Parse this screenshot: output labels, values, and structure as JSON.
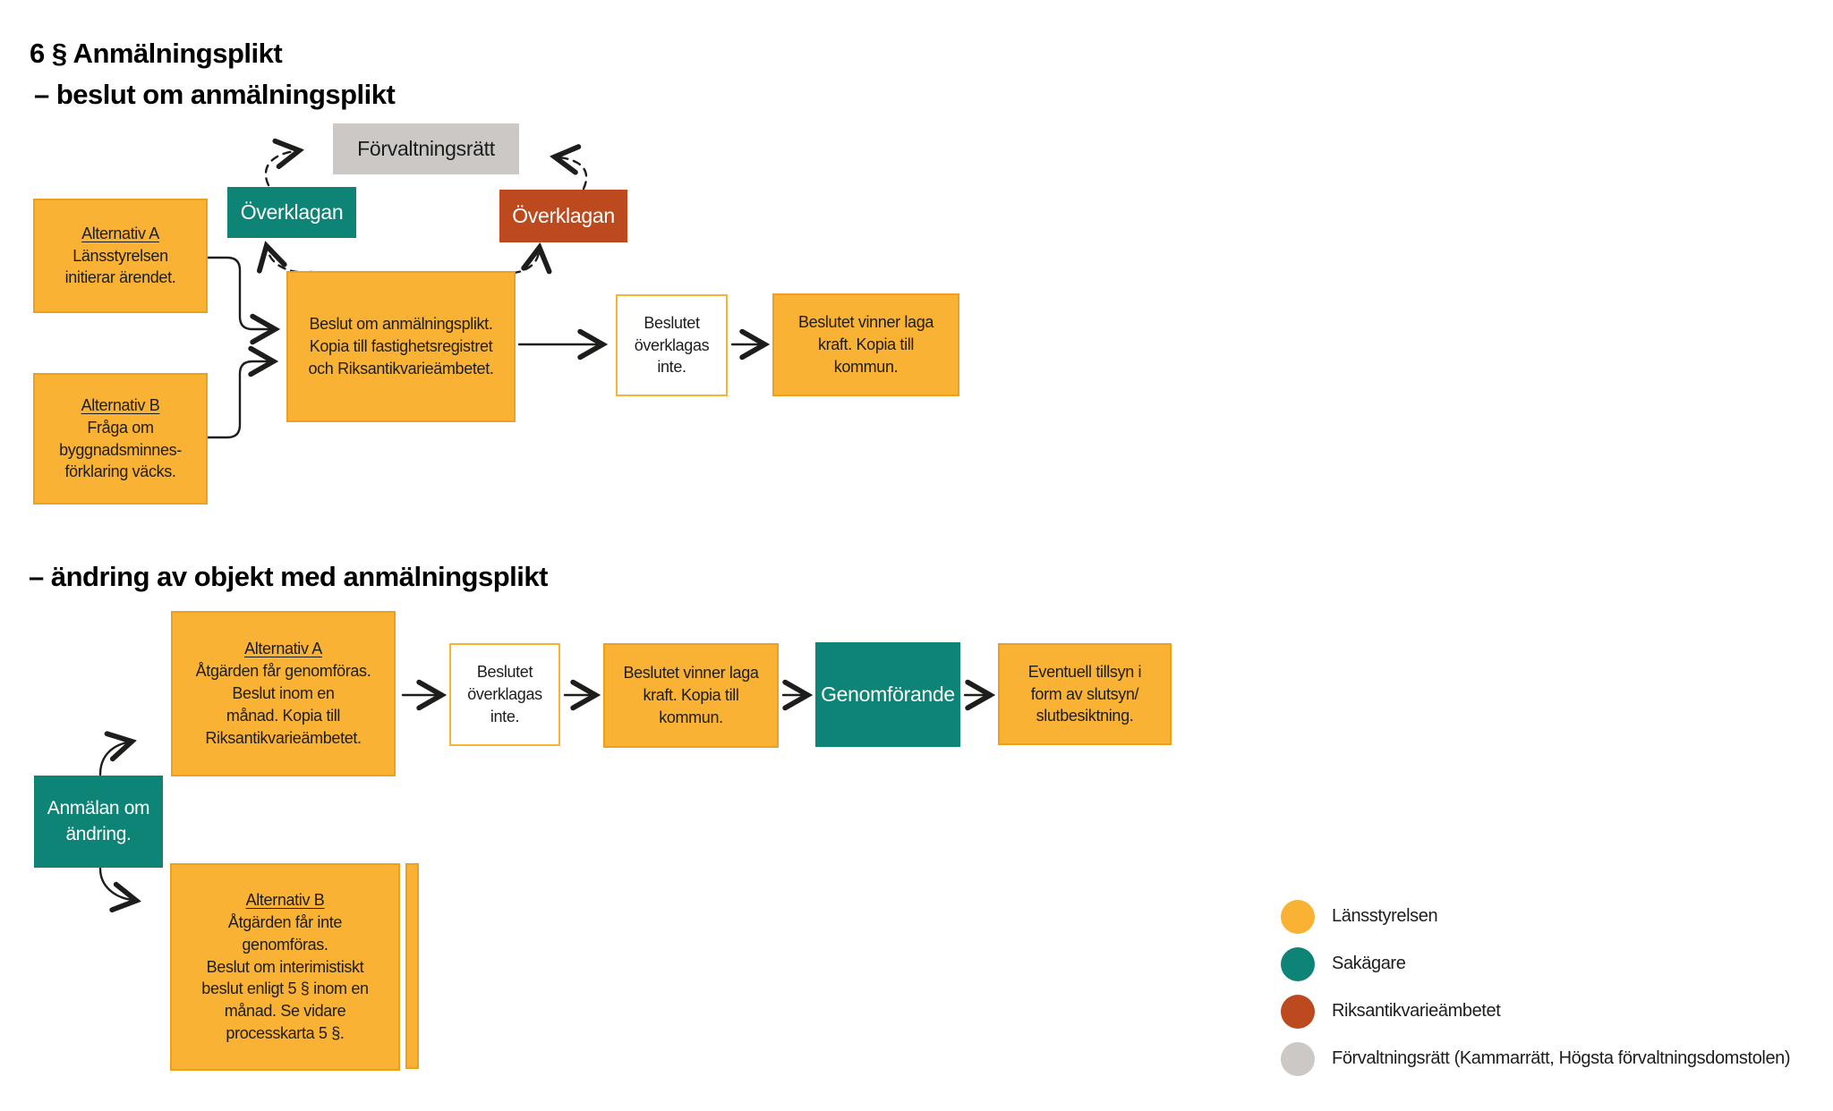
{
  "titles": {
    "main_line1": "6 § Anmälningsplikt",
    "main_line2": "– beslut om anmälningsplikt",
    "section2": "– ändring av objekt med anmälningsplikt"
  },
  "colors": {
    "orange": "#F9B233",
    "teal": "#0E8476",
    "rust": "#BC4A1E",
    "gray": "#CBC8C6",
    "arrow": "#1D1D1B",
    "white": "#FFFFFF"
  },
  "flow1": {
    "forvaltningsratt": "Förvaltningsrätt",
    "overklagan_left": "Överklagan",
    "overklagan_right": "Överklagan",
    "alt_a": {
      "heading": "Alternativ A",
      "body": "Länsstyrelsen\ninitierar ärendet."
    },
    "alt_b": {
      "heading": "Alternativ B",
      "body": "Fråga om\nbyggnadsminnes-\nförklaring väcks."
    },
    "beslut": "Beslut om anmälningsplikt.\nKopia till fastighetsregistret\noch Riksantikvarieämbetet.",
    "ej_overklagas": "Beslutet\növerklagas\ninte.",
    "laga_kraft": "Beslutet vinner laga\nkraft. Kopia till\nkommun."
  },
  "flow2": {
    "anmalan": "Anmälan om\nändring.",
    "alt_a": {
      "heading": "Alternativ A",
      "body": "Åtgärden får genomföras.\nBeslut inom en\nmånad. Kopia till\nRiksantikvarieämbetet."
    },
    "alt_b": {
      "heading": "Alternativ B",
      "body": "Åtgärden får inte\ngenomföras.\nBeslut om interimistiskt\nbeslut enligt 5 § inom en\nmånad. Se vidare\nprocesskarta 5 §."
    },
    "ej_overklagas": "Beslutet\növerklagas\ninte.",
    "laga_kraft": "Beslutet vinner laga\nkraft. Kopia till\nkommun.",
    "genomforande": "Genomförande",
    "tillsyn": "Eventuell tillsyn i\nform av slutsyn/\nslutbesiktning."
  },
  "legend": {
    "items": [
      {
        "label": "Länsstyrelsen",
        "color": "#F9B233"
      },
      {
        "label": "Sakägare",
        "color": "#0E8476"
      },
      {
        "label": "Riksantikvarieämbetet",
        "color": "#BC4A1E"
      },
      {
        "label": "Förvaltningsrätt (Kammarrätt, Högsta förvaltningsdomstolen)",
        "color": "#CBC8C6"
      }
    ]
  }
}
